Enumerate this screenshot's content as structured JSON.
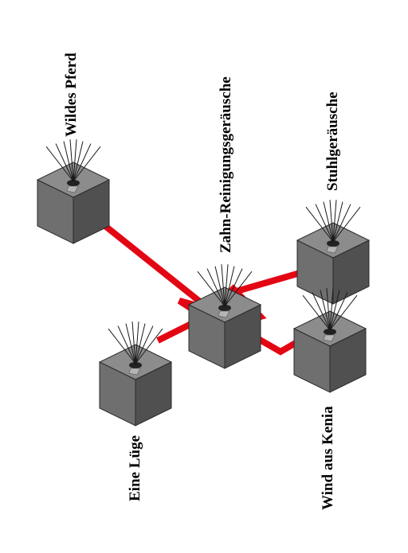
{
  "colors": {
    "pipe": "#e30613",
    "cube_top": "#8c8c8c",
    "cube_left": "#6f6f6f",
    "cube_right": "#505050",
    "cube_edge": "#2a2a2a",
    "wire": "#1a1a1a"
  },
  "boxes": [
    {
      "id": "wildes-pferd",
      "label": "Wildes Pferd"
    },
    {
      "id": "zahn",
      "label": "Zahn-Reinigungsgeräusche"
    },
    {
      "id": "stuhl",
      "label": "Stuhlgeräusche"
    },
    {
      "id": "luege",
      "label": "Eine Lüge"
    },
    {
      "id": "wind",
      "label": "Wind aus Kenia"
    }
  ]
}
